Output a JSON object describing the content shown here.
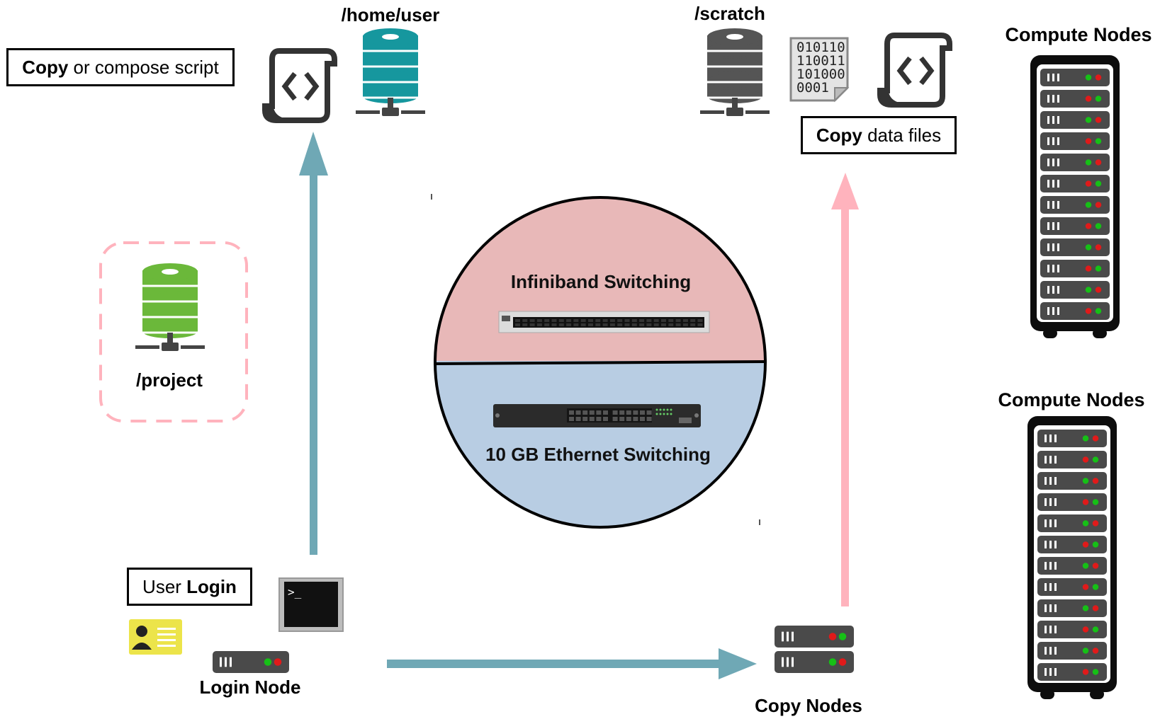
{
  "boxes": {
    "copy_script": {
      "bold": "Copy",
      "rest": " or compose script"
    },
    "copy_data": {
      "bold": "Copy",
      "rest": " data files"
    },
    "user_login": {
      "rest": "User ",
      "bold": "Login"
    }
  },
  "labels": {
    "home": "/home/user",
    "scratch": "/scratch",
    "project": "/project",
    "login_node": "Login Node",
    "copy_nodes": "Copy Nodes",
    "compute_nodes_1": "Compute Nodes",
    "compute_nodes_2": "Compute Nodes"
  },
  "switch": {
    "top_label": "Infiniband Switching",
    "bottom_label": "10 GB Ethernet Switching"
  },
  "binary": {
    "lines": [
      "010110",
      "110011",
      "101000",
      "0001"
    ]
  },
  "colors": {
    "teal": "#6fa8b5",
    "pink": "#ffb3bd",
    "home_db": "#16979e",
    "project_db": "#6bb83a",
    "scratch_db": "#555555",
    "infiniband_bg": "#e8b8b8",
    "ethernet_bg": "#b8cde3",
    "id_card": "#ece44a"
  }
}
